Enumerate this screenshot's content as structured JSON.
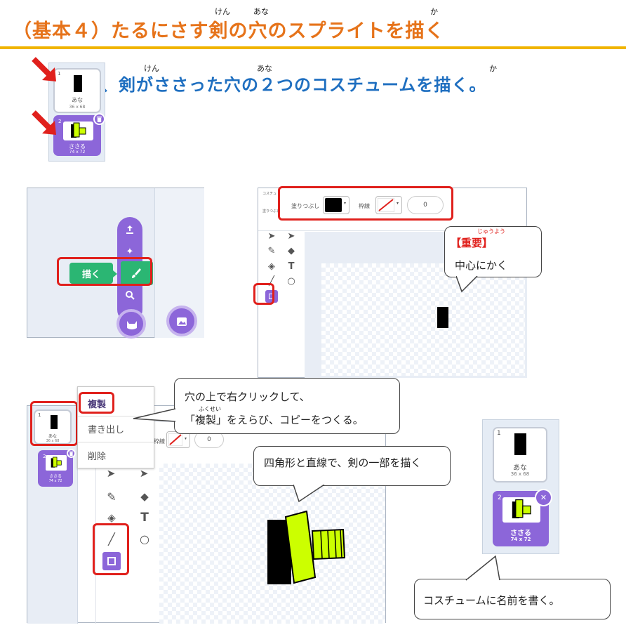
{
  "title": "（基本４）たるにさす剣の穴のスプライトを描く",
  "title_ruby": [
    "けん",
    "あな",
    "か"
  ],
  "subtitle": "と、剣がささった穴の２つのコスチュームを描く。",
  "subtitle_ruby": [
    "けん",
    "あな",
    "か"
  ],
  "costumes": [
    {
      "num": "1",
      "name": "あな",
      "size": "36 x 68"
    },
    {
      "num": "2",
      "name": "ささる",
      "size": "74 x 72"
    }
  ],
  "paint_menu": {
    "paint_label": "描く"
  },
  "fill_toolbar": {
    "fill_label": "塗りつぶし",
    "outline_label": "枠線",
    "outline_width": "0",
    "costume_tab_label": "コスチュ"
  },
  "important_bubble": {
    "title": "【重要】",
    "title_ruby": "じゅうよう",
    "text": "中心にかく"
  },
  "context_menu": {
    "items": [
      "複製",
      "書き出し",
      "削除"
    ]
  },
  "copy_bubble": {
    "line1": "穴の上で右クリックして、",
    "line2": "「複製」をえらび、コピーをつくる。",
    "ruby": "ふくせい"
  },
  "draw_bubble": {
    "text": "四角形と直線で、剣の一部を描く"
  },
  "rename_bubble": {
    "text": "コスチュームに名前を書く。"
  },
  "colors": {
    "title": "#e6731a",
    "subtitle": "#1f6fc0",
    "highlight": "#e0201c",
    "sword": "#ccff00",
    "scratch_purple": "#8c66d9"
  }
}
